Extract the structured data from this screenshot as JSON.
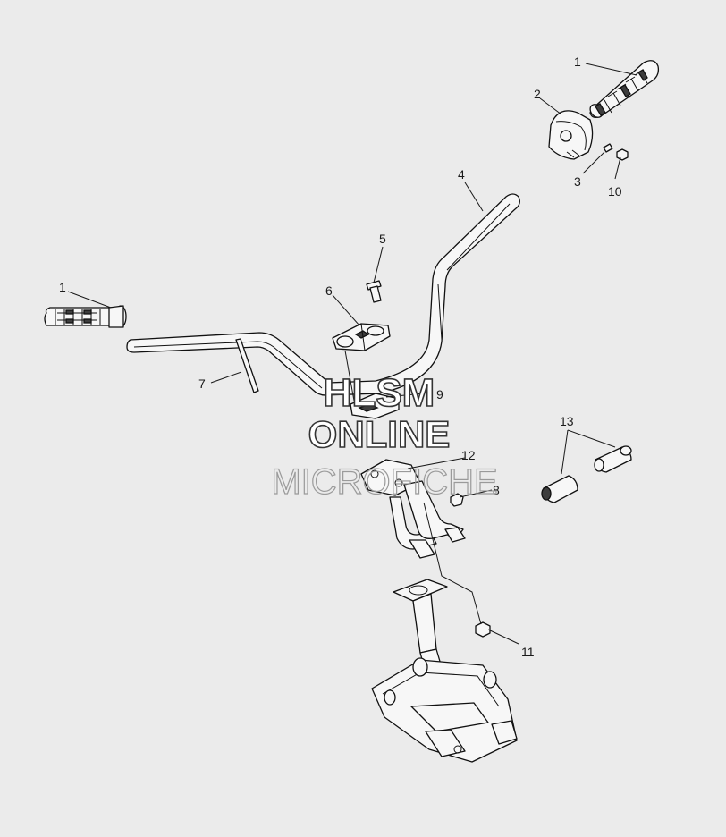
{
  "callouts": {
    "c1a": "1",
    "c2": "2",
    "c3": "3",
    "c10": "10",
    "c4": "4",
    "c5": "5",
    "c1b": "1",
    "c6": "6",
    "c7": "7",
    "c9": "9",
    "c12": "12",
    "c8": "8",
    "c13": "13",
    "c11": "11"
  },
  "watermark": {
    "line1": "HLSM",
    "line2": "ONLINE",
    "line3": "MICROFICHE"
  }
}
